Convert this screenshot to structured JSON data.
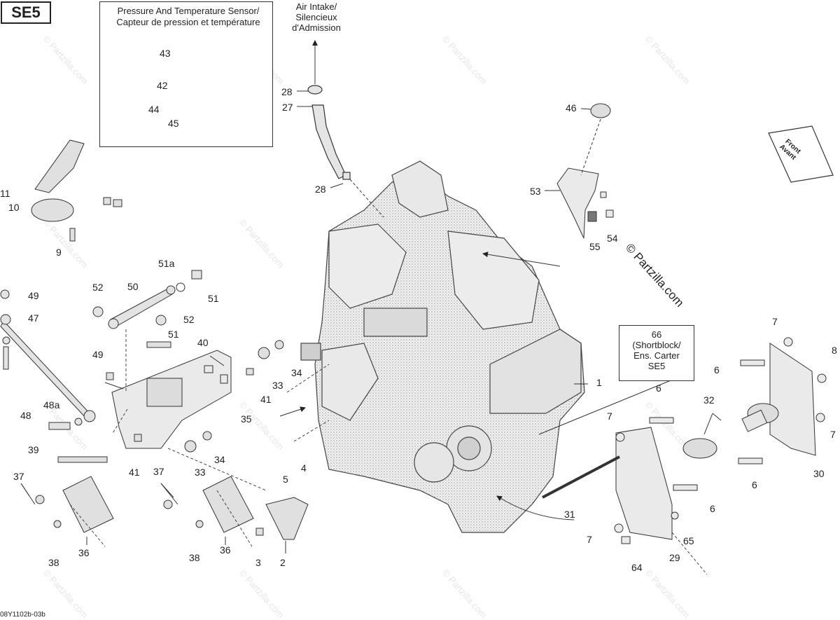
{
  "header": {
    "badge": "SE5"
  },
  "inset": {
    "title_en": "Pressure And Temperature Sensor/",
    "title_fr": "Capteur de pression et température"
  },
  "air_intake": {
    "line1": "Air Intake/",
    "line2": "Silencieux",
    "line3": "d'Admission"
  },
  "shortblock": {
    "line1": "66",
    "line2": "(Shortblock/",
    "line3": "Ens. Carter",
    "line4": "SE5"
  },
  "front": {
    "line1": "Front",
    "line2": "Avant"
  },
  "copyright_text": "© Partzilla.com",
  "watermark_text": "© Partzilla.com",
  "doc_id": "08Y1102b-03b",
  "callouts": [
    "1",
    "2",
    "3",
    "4",
    "5",
    "6",
    "6",
    "6",
    "6",
    "7",
    "7",
    "7",
    "7",
    "8",
    "9",
    "10",
    "11",
    "27",
    "28",
    "28",
    "29",
    "30",
    "31",
    "32",
    "33",
    "33",
    "34",
    "34",
    "35",
    "36",
    "36",
    "37",
    "37",
    "38",
    "38",
    "39",
    "40",
    "41",
    "41",
    "42",
    "43",
    "44",
    "45",
    "46",
    "47",
    "48",
    "48a",
    "49",
    "49",
    "50",
    "51",
    "51",
    "51a",
    "52",
    "52",
    "53",
    "54",
    "55",
    "64",
    "65"
  ]
}
